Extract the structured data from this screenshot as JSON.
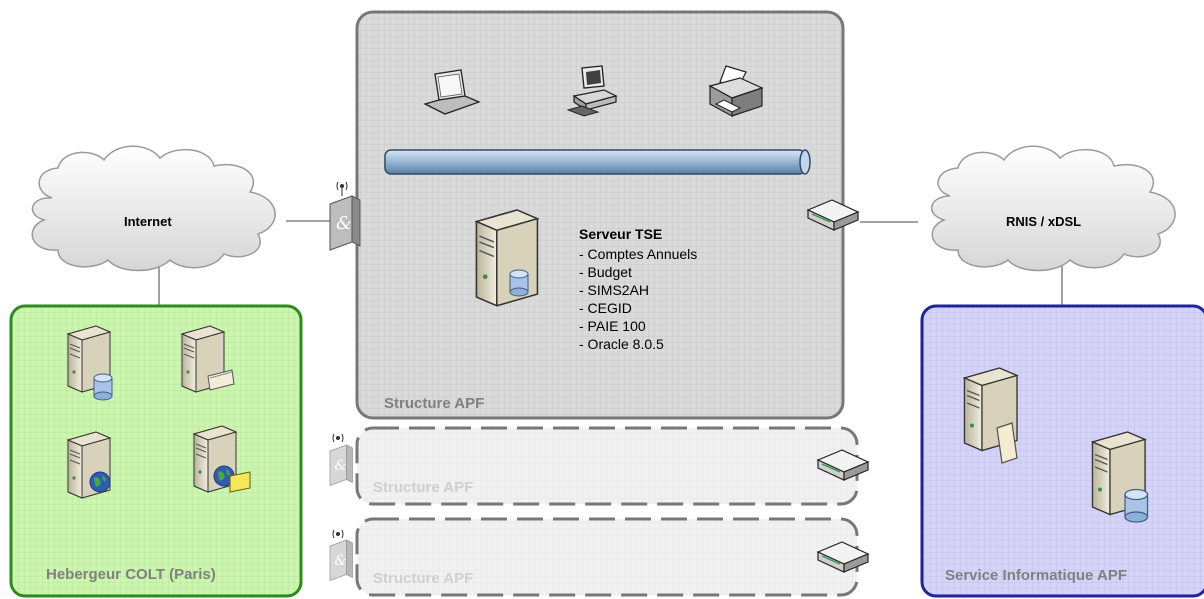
{
  "clouds": {
    "internet": "Internet",
    "rnis": "RNIS / xDSL"
  },
  "groups": {
    "hebergeur": "Hebergeur COLT (Paris)",
    "structure_main": "Structure APF",
    "structure_ghost_1": "Structure APF",
    "structure_ghost_2": "Structure APF",
    "service": "Service Informatique APF"
  },
  "server_tse": {
    "title": "Serveur TSE",
    "items": [
      "- Comptes Annuels",
      "- Budget",
      "- SIMS2AH",
      "- CEGID",
      "- PAIE 100",
      "- Oracle 8.0.5"
    ]
  },
  "colors": {
    "hebergeur_fill": "#ccf5b0",
    "hebergeur_border": "#2e8b1e",
    "service_fill": "#d2d0f5",
    "service_border": "#22229a",
    "structure_fill": "#dcdcdc",
    "structure_border": "#777777",
    "bus": "#9dbbd8"
  }
}
